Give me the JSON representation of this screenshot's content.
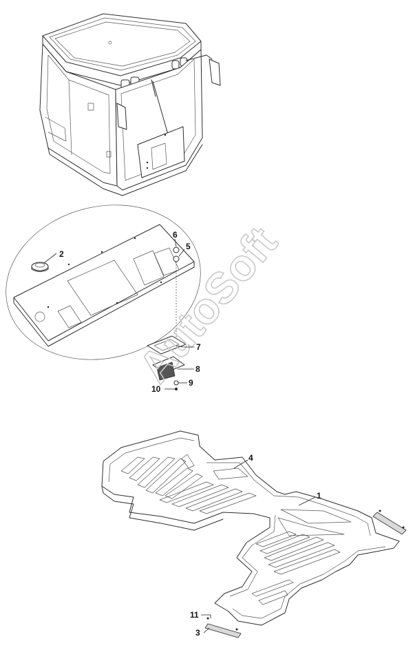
{
  "watermark": {
    "text": "AutoSoft"
  },
  "callouts": [
    {
      "id": "c1",
      "label": "1"
    },
    {
      "id": "c2",
      "label": "2"
    },
    {
      "id": "c3",
      "label": "3"
    },
    {
      "id": "c4",
      "label": "4"
    },
    {
      "id": "c5",
      "label": "5"
    },
    {
      "id": "c6",
      "label": "6"
    },
    {
      "id": "c7",
      "label": "7"
    },
    {
      "id": "c8",
      "label": "8"
    },
    {
      "id": "c9",
      "label": "9"
    },
    {
      "id": "c10",
      "label": "10"
    },
    {
      "id": "c11",
      "label": "11"
    }
  ]
}
